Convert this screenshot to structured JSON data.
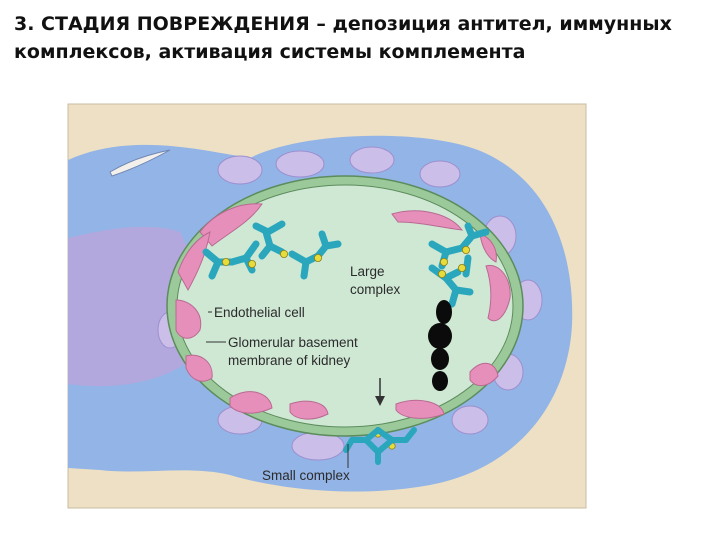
{
  "slide": {
    "title_line1": "3. СТАДИЯ ПОВРЕЖДЕНИЯ – депозиция антител, иммунных",
    "title_line2": "комплексов, активация системы комплемента"
  },
  "diagram": {
    "labels": {
      "large_complex_1": "Large",
      "large_complex_2": "complex",
      "endothelial_cell": "Endothelial cell",
      "gbm_1": "Glomerular basement",
      "gbm_2": "membrane of kidney",
      "small_complex": "Small complex"
    },
    "colors": {
      "background_panel": "#ede0c4",
      "capsule_blue": "#93b4e6",
      "cytoplasm_violet": "#b2a8de",
      "podocyte_lavender": "#cbbfe9",
      "lumen_green": "#cfe8d4",
      "basement_membrane_green": "#9cc99a",
      "endothelial_pink": "#e78fbb",
      "antibody_teal": "#2aa7bd",
      "antigen_yellow": "#e7dc3a",
      "marker_black": "#0b0b0b"
    },
    "icons": [
      "antibody-y-icon",
      "antigen-dot-icon",
      "down-arrow-icon"
    ]
  }
}
